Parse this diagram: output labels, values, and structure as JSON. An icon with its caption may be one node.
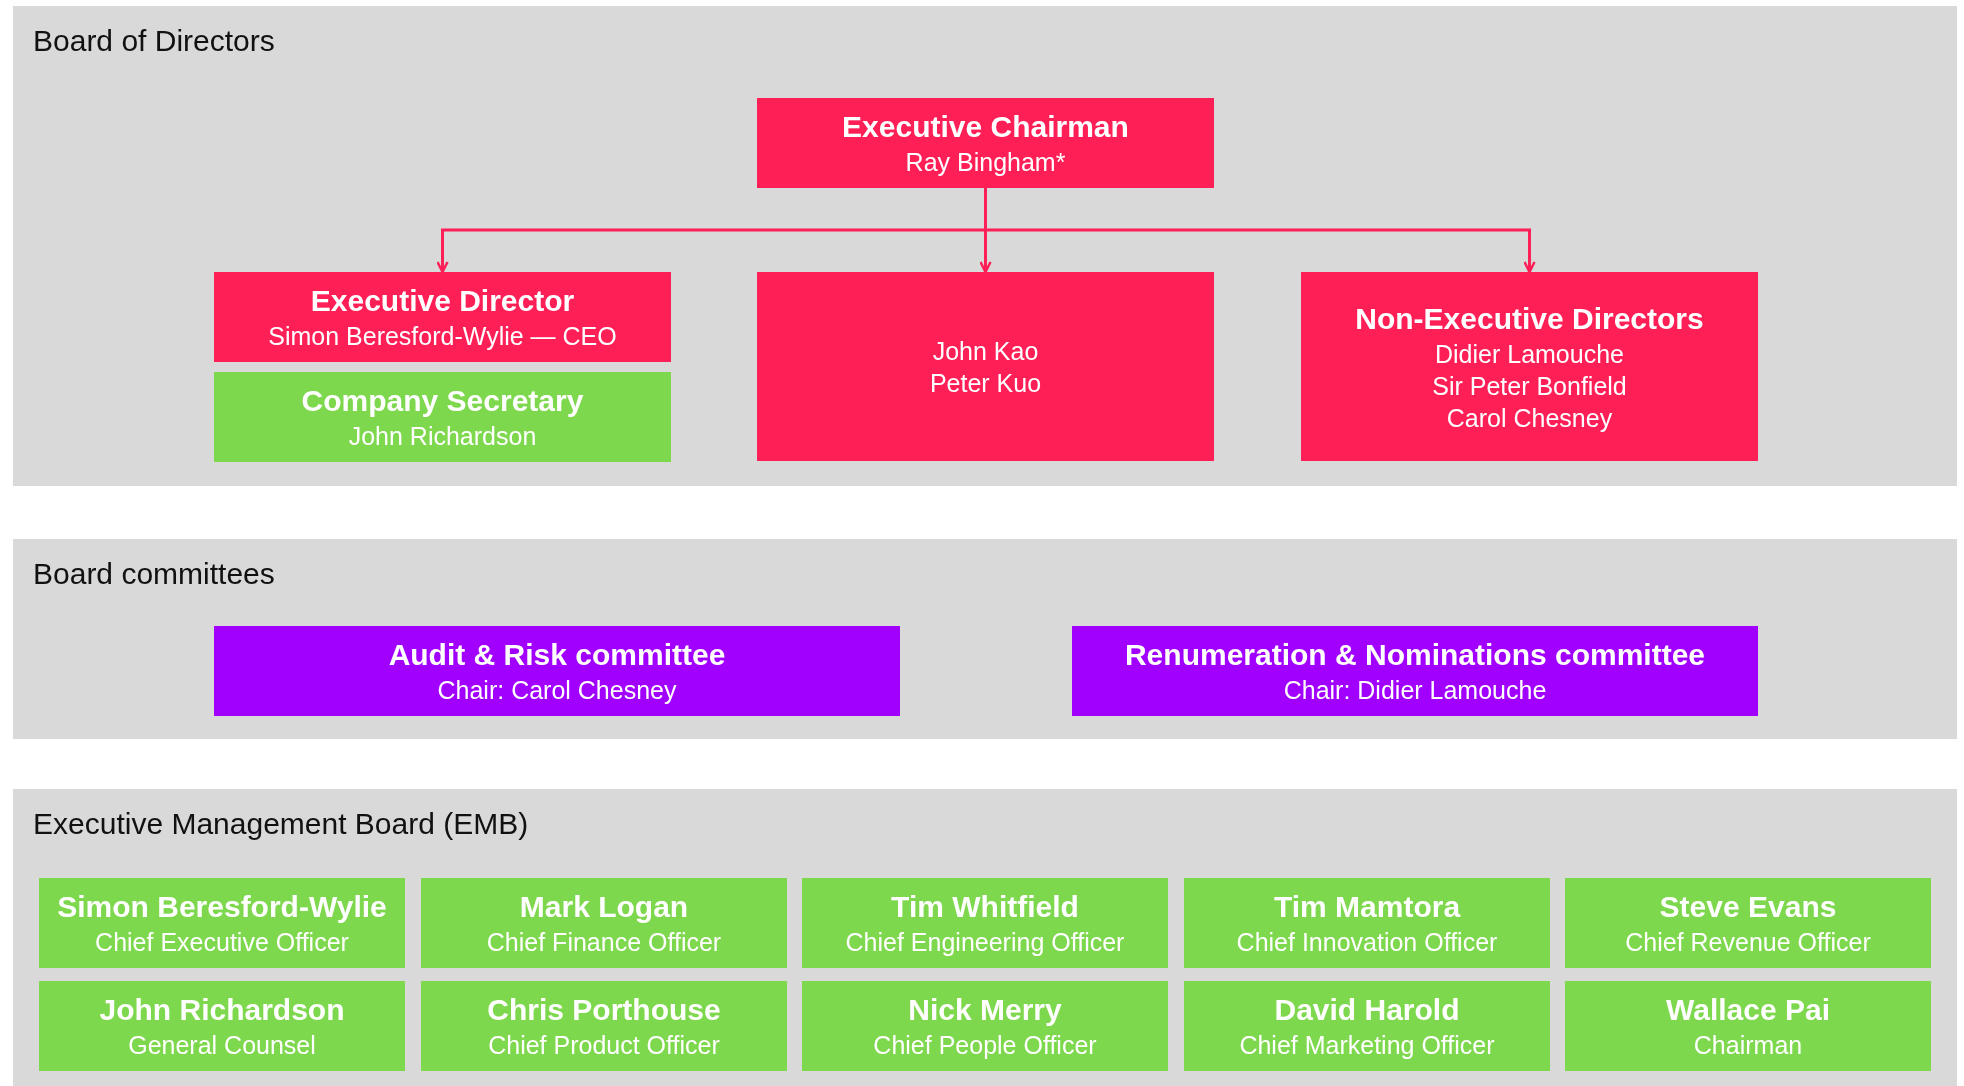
{
  "diagram": {
    "nodes": [
      {
        "text": [
          "Board of Directors"
        ]
      },
      {
        "text": [
          "Executive Chairman",
          "Ray Bingham*"
        ],
        "in": 0
      },
      {
        "text": [
          "Executive Director",
          "Simon Beresford-Wylie — CEO"
        ],
        "in": 0
      },
      {
        "text": [
          "Company Secretary",
          "John Richardson"
        ],
        "in": 0
      },
      {
        "text": [
          "John Kao",
          "Peter Kuo"
        ],
        "in": 0
      },
      {
        "text": [
          "Non-Executive Directors",
          "Didier Lamouche",
          "Sir Peter Bonfield",
          "Carol Chesney"
        ],
        "in": 0
      },
      {
        "text": [
          "Board committees"
        ]
      },
      {
        "text": [
          "Audit & Risk committee",
          "Chair: Carol Chesney"
        ],
        "in": 6
      },
      {
        "text": [
          "Renumeration & Nominations committee",
          "Chair: Didier Lamouche"
        ],
        "in": 6
      },
      {
        "text": [
          "Executive Management Board (EMB)"
        ]
      },
      {
        "text": [
          "Simon Beresford-Wylie",
          "Chief Executive Officer"
        ],
        "in": 9
      },
      {
        "text": [
          "Mark Logan",
          "Chief Finance Officer"
        ],
        "in": 9
      },
      {
        "text": [
          "Tim Whitfield",
          "Chief Engineering Officer"
        ],
        "in": 9
      },
      {
        "text": [
          "Tim Mamtora",
          "Chief Innovation Officer"
        ],
        "in": 9
      },
      {
        "text": [
          "Steve Evans",
          "Chief Revenue Officer"
        ],
        "in": 9
      },
      {
        "text": [
          "John Richardson",
          "General Counsel"
        ],
        "in": 9
      },
      {
        "text": [
          "Chris Porthouse",
          "Chief Product Officer"
        ],
        "in": 9
      },
      {
        "text": [
          "Nick Merry",
          "Chief People Officer"
        ],
        "in": 9
      },
      {
        "text": [
          "David Harold",
          "Chief Marketing Officer"
        ],
        "in": 9
      },
      {
        "text": [
          "Wallace Pai",
          "Chairman"
        ],
        "in": 9
      }
    ],
    "edges": [
      {
        "from": 1,
        "to": 2,
        "arrow": "to"
      },
      {
        "from": 1,
        "to": 4,
        "arrow": "to"
      },
      {
        "from": 1,
        "to": 5,
        "arrow": "to"
      }
    ]
  }
}
